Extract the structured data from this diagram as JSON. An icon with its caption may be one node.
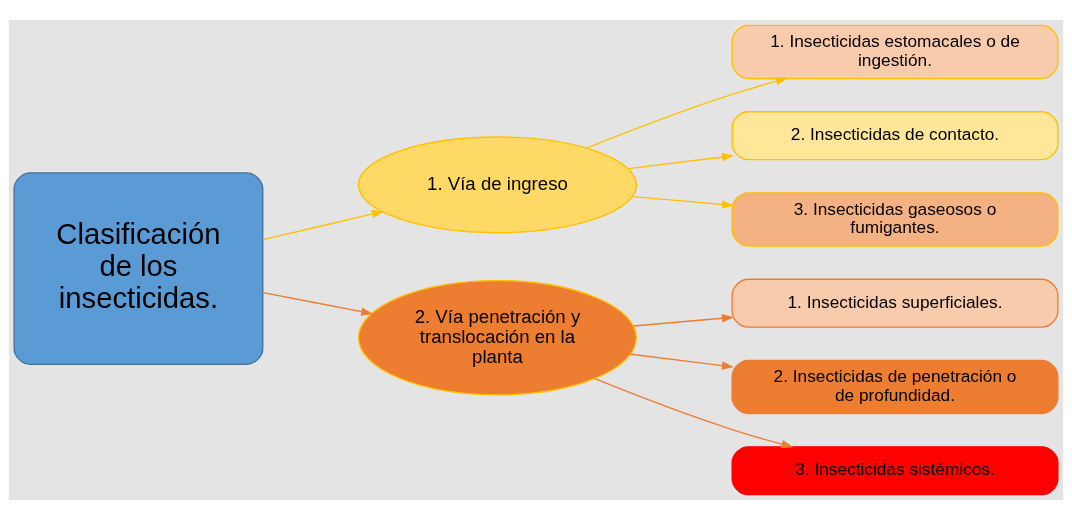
{
  "diagram": {
    "nodes": [
      {
        "text": [
          "Clasificación de los insecticidas."
        ]
      },
      {
        "text": [
          "1. Vía de ingreso"
        ]
      },
      {
        "text": [
          "2. Vía penetración y translocación en la planta"
        ]
      },
      {
        "text": [
          "1. Insecticidas estomacales o de ingestión."
        ]
      },
      {
        "text": [
          "2. Insecticidas de contacto."
        ]
      },
      {
        "text": [
          "3. Insecticidas gaseosos o fumigantes."
        ]
      },
      {
        "text": [
          "1. Insecticidas superficiales."
        ]
      },
      {
        "text": [
          "2. Insecticidas de penetración o de profundidad."
        ]
      },
      {
        "text": [
          "3. Insecticidas sistémicos."
        ]
      }
    ],
    "edges": [
      {
        "from": 0,
        "to": 1,
        "arrow": "to",
        "color": "#ffc000"
      },
      {
        "from": 0,
        "to": 2,
        "arrow": "to",
        "color": "#ed7d31"
      },
      {
        "from": 1,
        "to": 3,
        "arrow": "to",
        "color": "#ffc000"
      },
      {
        "from": 1,
        "to": 4,
        "arrow": "to",
        "color": "#ffc000"
      },
      {
        "from": 1,
        "to": 5,
        "arrow": "to",
        "color": "#ffc000"
      },
      {
        "from": 2,
        "to": 6,
        "arrow": "to",
        "color": "#ed7d31"
      },
      {
        "from": 2,
        "to": 7,
        "arrow": "to",
        "color": "#ed7d31"
      },
      {
        "from": 2,
        "to": 8,
        "arrow": "to",
        "color": "#ed7d31"
      }
    ]
  }
}
